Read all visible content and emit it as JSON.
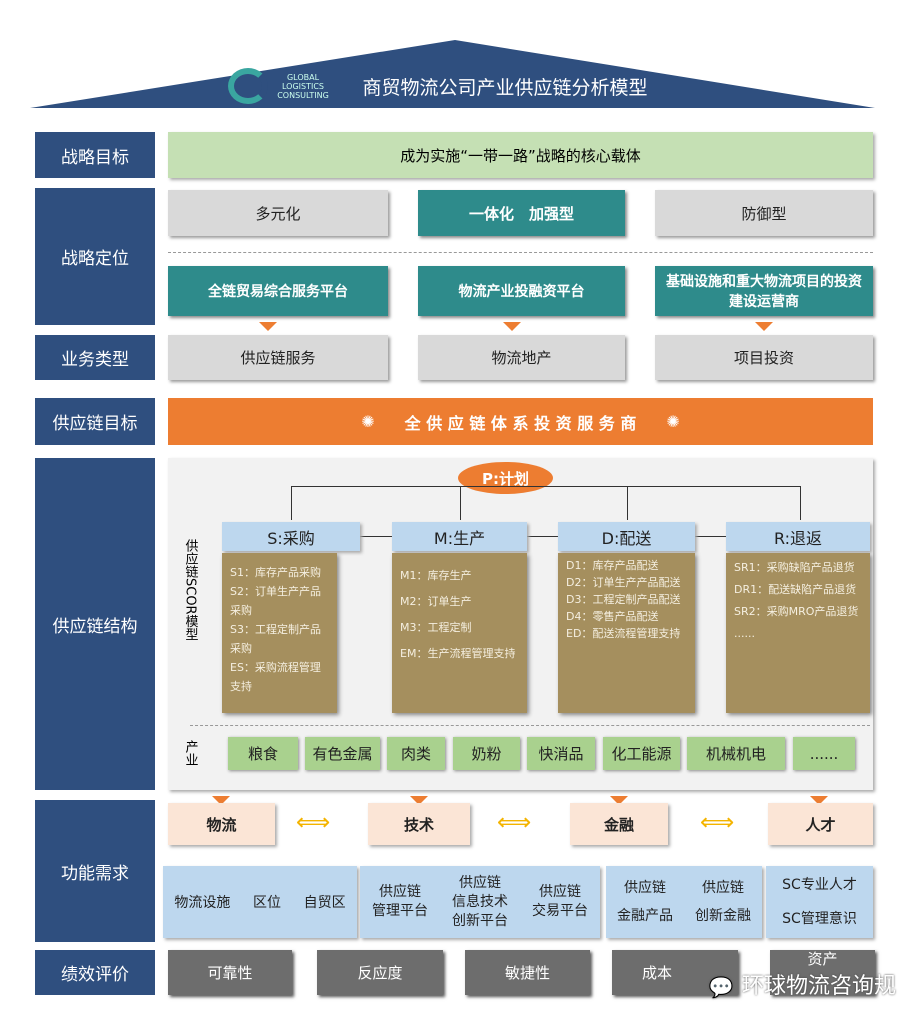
{
  "title": "商贸物流公司产业供应链分析模型",
  "logo": {
    "text": "GLOBAL LOGISTICS CONSULTING"
  },
  "left_labels": [
    "战略目标",
    "战略定位",
    "业务类型",
    "供应链目标",
    "供应链结构",
    "功能需求",
    "绩效评价"
  ],
  "strategic_goal": "成为实施“一带一路”战略的核心载体",
  "positioning": {
    "row1": [
      "多元化",
      "一体化　加强型",
      "防御型"
    ],
    "row2": [
      "全链贸易综合服务平台",
      "物流产业投融资平台",
      "基础设施和重大物流项目的投资建设运营商"
    ]
  },
  "business_types": [
    "供应链服务",
    "物流地产",
    "项目投资"
  ],
  "sc_goal": "全 供 应 链 体 系 投 资 服 务 商",
  "scor": {
    "vertical_label": "供应链SCOR模型",
    "plan": "P:计划",
    "columns": [
      {
        "header": "S:采购",
        "items": [
          "S1：库存产品采购",
          "S2：订单生产产品采购",
          "S3：工程定制产品采购",
          "ES：采购流程管理支持"
        ]
      },
      {
        "header": "M:生产",
        "items": [
          "M1：库存生产",
          "M2：订单生产",
          "M3：工程定制",
          "EM：生产流程管理支持"
        ]
      },
      {
        "header": "D:配送",
        "items": [
          "D1：库存产品配送",
          "D2：订单生产产品配送",
          "D3：工程定制产品配送",
          "D4：零售产品配送",
          "ED：配送流程管理支持"
        ]
      },
      {
        "header": "R:退返",
        "items": [
          "SR1：采购缺陷产品退货",
          "DR1：配送缺陷产品退货",
          "SR2：采购MRO产品退货",
          "......"
        ]
      }
    ]
  },
  "industry": {
    "label": "产业",
    "tags": [
      "粮食",
      "有色金属",
      "肉类",
      "奶粉",
      "快消品",
      "化工能源",
      "机械机电",
      "......"
    ]
  },
  "functions": {
    "heads": [
      "物流",
      "技术",
      "金融",
      "人才"
    ],
    "groups": [
      [
        "物流设施",
        "区位",
        "自贸区"
      ],
      [
        "供应链\n管理平台",
        "供应链\n信息技术\n创新平台",
        "供应链\n交易平台"
      ],
      [
        "供应链\n金融产品",
        "供应链\n创新金融"
      ],
      [
        "SC专业人才\nSC管理意识"
      ]
    ]
  },
  "performance": [
    "可靠性",
    "反应度",
    "敏捷性",
    "成本",
    "资产"
  ],
  "watermark": "环球物流咨询规",
  "colors": {
    "navy": "#2f4f7f",
    "orange": "#ed7d31",
    "teal": "#2e8b8b",
    "brown": "#a58f5e",
    "green": "#a9d18e"
  }
}
